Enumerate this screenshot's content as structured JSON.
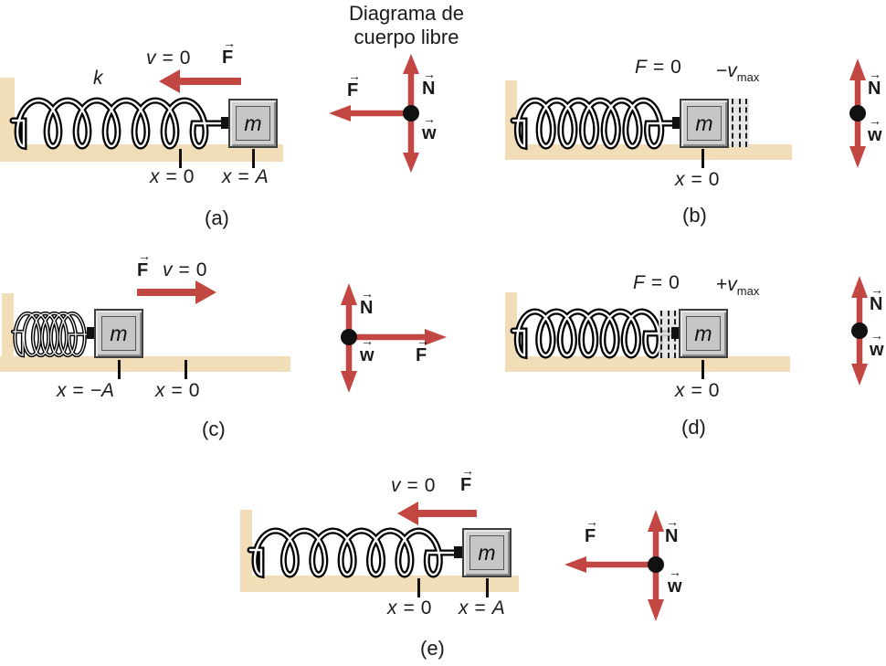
{
  "title": {
    "line1": "Diagrama de",
    "line2": "cuerpo libre"
  },
  "symbols": {
    "vec_arrow": "→",
    "eq": "="
  },
  "colors": {
    "arrow_red": "#c24742",
    "surface_tan": "#f1deb8",
    "block_face": "#c6c6c6",
    "line_black": "#111111"
  },
  "panel_a": {
    "label": "(a)",
    "spring_k": "k",
    "vel_var": "v",
    "vel_val": "0",
    "force_letter": "F",
    "mass": "m",
    "pos1_var": "x",
    "pos1_val": "0",
    "pos2_var": "x",
    "pos2_val": "A",
    "fbd": {
      "force": "F",
      "normal": "N",
      "weight": "w"
    }
  },
  "panel_b": {
    "label": "(b)",
    "force_var": "F",
    "force_val": "0",
    "vmax_sign": "−",
    "vmax_var": "v",
    "vmax_sub": "max",
    "mass": "m",
    "pos1_var": "x",
    "pos1_val": "0",
    "fbd": {
      "normal": "N",
      "weight": "w"
    }
  },
  "panel_c": {
    "label": "(c)",
    "force_letter": "F",
    "vel_var": "v",
    "vel_val": "0",
    "mass": "m",
    "pos1_var": "x",
    "pos1_val": "−A",
    "pos2_var": "x",
    "pos2_val": "0",
    "fbd": {
      "force": "F",
      "normal": "N",
      "weight": "w"
    }
  },
  "panel_d": {
    "label": "(d)",
    "force_var": "F",
    "force_val": "0",
    "vmax_sign": "+",
    "vmax_var": "v",
    "vmax_sub": "max",
    "mass": "m",
    "pos1_var": "x",
    "pos1_val": "0",
    "fbd": {
      "normal": "N",
      "weight": "w"
    }
  },
  "panel_e": {
    "label": "(e)",
    "vel_var": "v",
    "vel_val": "0",
    "force_letter": "F",
    "mass": "m",
    "pos1_var": "x",
    "pos1_val": "0",
    "pos2_var": "x",
    "pos2_val": "A",
    "fbd": {
      "force": "F",
      "normal": "N",
      "weight": "w"
    }
  }
}
